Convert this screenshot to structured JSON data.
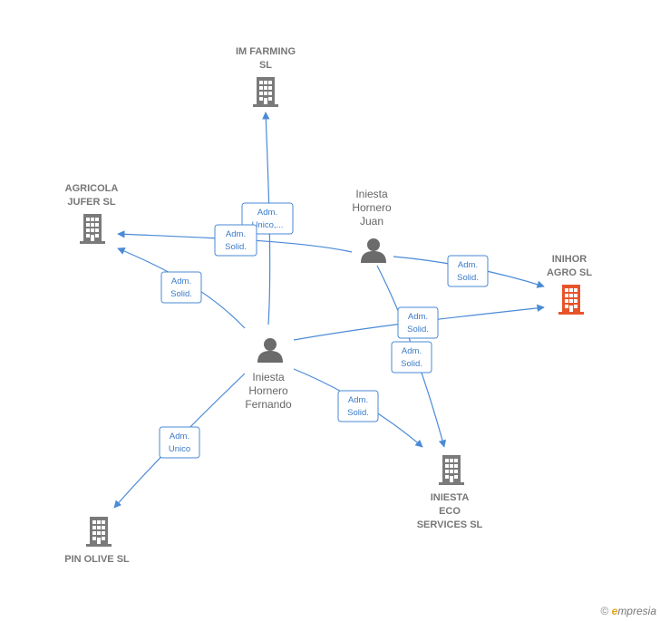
{
  "nodes": {
    "im_farming": {
      "label": [
        "IM FARMING",
        "SL"
      ],
      "kind": "company"
    },
    "agricola_jufer": {
      "label": [
        "AGRICOLA",
        "JUFER  SL"
      ],
      "kind": "company"
    },
    "iniesta_juan": {
      "label": [
        "Iniesta",
        "Hornero",
        "Juan"
      ],
      "kind": "person"
    },
    "inihor_agro": {
      "label": [
        "INIHOR",
        "AGRO  SL"
      ],
      "kind": "company-highlight"
    },
    "iniesta_fernando": {
      "label": [
        "Iniesta",
        "Hornero",
        "Fernando"
      ],
      "kind": "person"
    },
    "iniesta_eco": {
      "label": [
        "INIESTA",
        "ECO",
        "SERVICES  SL"
      ],
      "kind": "company"
    },
    "pin_olive": {
      "label": [
        "PIN OLIVE  SL"
      ],
      "kind": "company"
    }
  },
  "relations": {
    "fernando_im": [
      "Adm.",
      "Unico,..."
    ],
    "juan_agricola": [
      "Adm.",
      "Solid."
    ],
    "fernando_agricola": [
      "Adm.",
      "Solid."
    ],
    "juan_inihor": [
      "Adm.",
      "Solid."
    ],
    "fernando_inihor": [
      "Adm.",
      "Solid."
    ],
    "juan_eco": [
      "Adm.",
      "Solid."
    ],
    "fernando_eco": [
      "Adm.",
      "Solid."
    ],
    "fernando_pin": [
      "Adm.",
      "Unico"
    ]
  },
  "colors": {
    "edge": "#4a8ad6",
    "building": "#7a7a7a",
    "highlight": "#e8542a",
    "person": "#6b6b6b"
  },
  "footer": {
    "copyright": "©",
    "brand_e": "e",
    "brand_rest": "mpresia"
  }
}
